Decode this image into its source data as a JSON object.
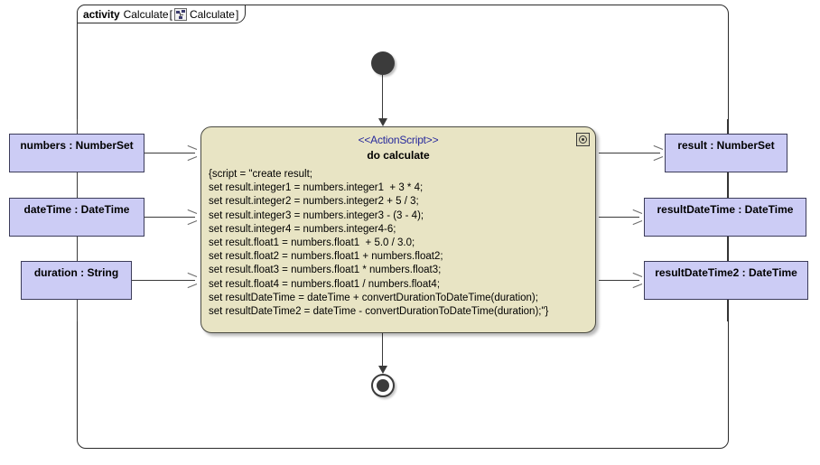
{
  "frame": {
    "keyword": "activity",
    "name": "Calculate",
    "bracket_open": "[",
    "icon": "activity-diagram-icon",
    "inner_label": "Calculate",
    "bracket_close": "]"
  },
  "action": {
    "stereotype": "<<ActionScript>>",
    "title": "do calculate",
    "badge_icon": "action-behavior-icon",
    "script_lines": [
      "{script = \"create result;",
      "set result.integer1 = numbers.integer1  + 3 * 4;",
      "set result.integer2 = numbers.integer2 + 5 / 3;",
      "set result.integer3 = numbers.integer3 - (3 - 4);",
      "set result.integer4 = numbers.integer4-6;",
      "set result.float1 = numbers.float1  + 5.0 / 3.0;",
      "set result.float2 = numbers.float1 + numbers.float2;",
      "set result.float3 = numbers.float1 * numbers.float3;",
      "set result.float4 = numbers.float1 / numbers.float4;",
      "set resultDateTime = dateTime + convertDurationToDateTime(duration);",
      "set resultDateTime2 = dateTime - convertDurationToDateTime(duration);\"}"
    ]
  },
  "inputs": [
    {
      "label": "numbers : NumberSet"
    },
    {
      "label": "dateTime : DateTime"
    },
    {
      "label": "duration : String"
    }
  ],
  "outputs": [
    {
      "label": "result : NumberSet"
    },
    {
      "label": "resultDateTime : DateTime"
    },
    {
      "label": "resultDateTime2 : DateTime"
    }
  ],
  "nodes": {
    "initial": "initial-node",
    "final": "activity-final-node"
  },
  "colors": {
    "parameter_fill": "#ccccf5",
    "action_fill": "#e8e4c4",
    "stereotype_text": "#27299c",
    "line": "#3a3a3a",
    "background": "#ffffff"
  }
}
